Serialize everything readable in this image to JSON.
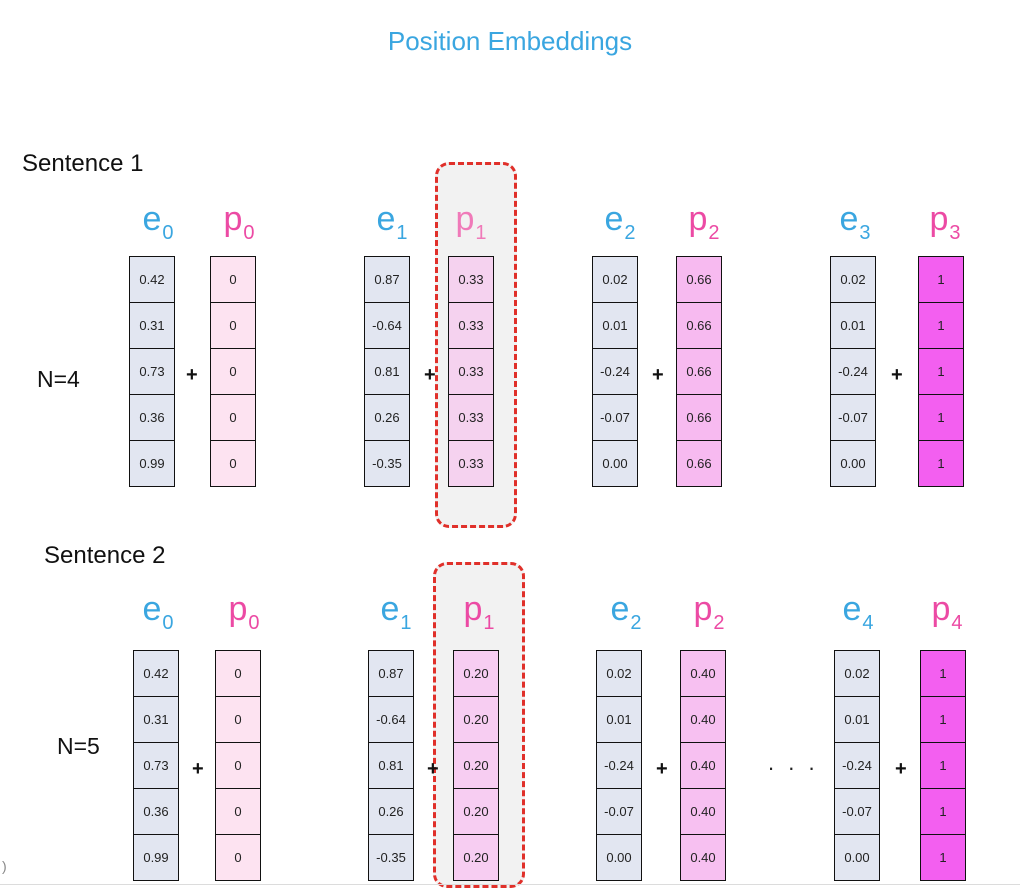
{
  "title": "Position Embeddings",
  "colors": {
    "title": "#3aa6e0",
    "e_label": "#3aa6e0",
    "p_label": "#ec4aa4",
    "e_cell": "#e2e6f1",
    "p_zero": "#fde3f1",
    "p_third": "#f5d2ef",
    "p_two_thirds": "#f7baf0",
    "p_one": "#f35ff0",
    "highlight_border": "#e0302a",
    "highlight_fill": "#f2f2f2"
  },
  "sentences": [
    {
      "label": "Sentence 1",
      "n_label": "N=4",
      "pairs": [
        {
          "e_label": "e",
          "e_sub": "0",
          "p_label": "p",
          "p_sub": "0",
          "e_values": [
            "0.42",
            "0.31",
            "0.73",
            "0.36",
            "0.99"
          ],
          "p_values": [
            "0",
            "0",
            "0",
            "0",
            "0"
          ],
          "p_color": "#fde3f1"
        },
        {
          "e_label": "e",
          "e_sub": "1",
          "p_label": "p",
          "p_sub": "1",
          "highlighted": true,
          "e_values": [
            "0.87",
            "-0.64",
            "0.81",
            "0.26",
            "-0.35"
          ],
          "p_values": [
            "0.33",
            "0.33",
            "0.33",
            "0.33",
            "0.33"
          ],
          "p_color": "#f5d2ef"
        },
        {
          "e_label": "e",
          "e_sub": "2",
          "p_label": "p",
          "p_sub": "2",
          "e_values": [
            "0.02",
            "0.01",
            "-0.24",
            "-0.07",
            "0.00"
          ],
          "p_values": [
            "0.66",
            "0.66",
            "0.66",
            "0.66",
            "0.66"
          ],
          "p_color": "#f7baf0"
        },
        {
          "e_label": "e",
          "e_sub": "3",
          "p_label": "p",
          "p_sub": "3",
          "e_values": [
            "0.02",
            "0.01",
            "-0.24",
            "-0.07",
            "0.00"
          ],
          "p_values": [
            "1",
            "1",
            "1",
            "1",
            "1"
          ],
          "p_color": "#f35ff0"
        }
      ],
      "plus": "+"
    },
    {
      "label": "Sentence 2",
      "n_label": "N=5",
      "pairs": [
        {
          "e_label": "e",
          "e_sub": "0",
          "p_label": "p",
          "p_sub": "0",
          "e_values": [
            "0.42",
            "0.31",
            "0.73",
            "0.36",
            "0.99"
          ],
          "p_values": [
            "0",
            "0",
            "0",
            "0",
            "0"
          ],
          "p_color": "#fde3f1"
        },
        {
          "e_label": "e",
          "e_sub": "1",
          "p_label": "p",
          "p_sub": "1",
          "highlighted": true,
          "e_values": [
            "0.87",
            "-0.64",
            "0.81",
            "0.26",
            "-0.35"
          ],
          "p_values": [
            "0.20",
            "0.20",
            "0.20",
            "0.20",
            "0.20"
          ],
          "p_color": "#f7cdf2"
        },
        {
          "e_label": "e",
          "e_sub": "2",
          "p_label": "p",
          "p_sub": "2",
          "e_values": [
            "0.02",
            "0.01",
            "-0.24",
            "-0.07",
            "0.00"
          ],
          "p_values": [
            "0.40",
            "0.40",
            "0.40",
            "0.40",
            "0.40"
          ],
          "p_color": "#f7c0f1"
        },
        {
          "e_label": "e",
          "e_sub": "4",
          "p_label": "p",
          "p_sub": "4",
          "e_values": [
            "0.02",
            "0.01",
            "-0.24",
            "-0.07",
            "0.00"
          ],
          "p_values": [
            "1",
            "1",
            "1",
            "1",
            "1"
          ],
          "p_color": "#f35ff0"
        }
      ],
      "plus": "+",
      "ellipsis": ". . ."
    }
  ],
  "edge_mark": ")"
}
